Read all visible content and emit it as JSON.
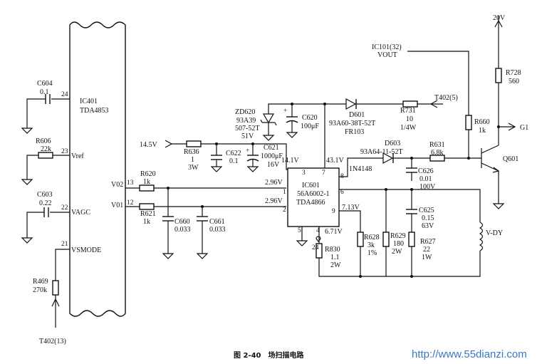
{
  "caption": "图 2-40　场扫描电路",
  "watermark": "http://www.55dianzi.com",
  "ic401": {
    "ref": "IC401",
    "part": "TDA4853",
    "c604": {
      "ref": "C604",
      "val": "0.1"
    },
    "r606": {
      "ref": "R606",
      "val": "22k"
    },
    "c603": {
      "ref": "C603",
      "val": "0.22"
    },
    "r469": {
      "ref": "R469",
      "val": "270k"
    },
    "t402_13": "T402(13)",
    "pins": {
      "p24": "24",
      "p23": "23",
      "p22": "22",
      "p21": "21",
      "p13": "13",
      "p12": "12",
      "vref": "Vref",
      "vagc": "VAGC",
      "vsmode": "VSMODE",
      "vo2": "V02",
      "vo1": "V01"
    }
  },
  "mid": {
    "r620": {
      "ref": "R620",
      "val": "1k"
    },
    "r621": {
      "ref": "R621",
      "val": "1k"
    },
    "c660": {
      "ref": "C660",
      "val": "0.033"
    },
    "c661": {
      "ref": "C661",
      "val": "0.033"
    },
    "v_pin1": "2.96V",
    "v_pin2": "2.96V",
    "v_supply": "14.5V",
    "r636": {
      "ref": "R636",
      "val": "1",
      "pwr": "3W"
    },
    "c622": {
      "ref": "C622",
      "val": "0.1"
    },
    "c621": {
      "ref": "C621",
      "val": "1000μF",
      "volt": "16V",
      "plus": "+"
    },
    "v_pin3": "14.1V"
  },
  "ic601": {
    "ref": "IC601",
    "part": "56A6002-1",
    "part2": "TDA4866",
    "v_pin7": "43.1V",
    "v_pin4": "6.71V",
    "pins": {
      "p3": "3",
      "p7": "7",
      "p1": "1",
      "p2": "2",
      "p8": "8",
      "p6": "6",
      "p9": "9",
      "p5": "5",
      "p4": "4",
      "p24": "24"
    }
  },
  "top": {
    "zd620": {
      "ref": "ZD620",
      "p1": "93A39",
      "p2": "507-52T",
      "volt": "51V"
    },
    "c620": {
      "ref": "C620",
      "val": "100μF",
      "plus": "+"
    },
    "d601": {
      "ref": "D601",
      "part": "93A60-38T-52T",
      "sub": "FR103"
    },
    "r731": {
      "ref": "R731",
      "val": "10",
      "pwr": "1/4W"
    },
    "t402_5": "T402(5)"
  },
  "right": {
    "d603": {
      "ref": "D603",
      "part": "93A64-11-52T",
      "sub": "1N4148"
    },
    "r631": {
      "ref": "R631",
      "val": "6.8k"
    },
    "c626": {
      "ref": "C626",
      "val": "0.01",
      "volt": "100V"
    },
    "v20": "20V",
    "r728": {
      "ref": "R728",
      "val": "560"
    },
    "g1": "G1",
    "q601": "Q601",
    "ic101": "IC101(32)",
    "vout": "VOUT",
    "r660": {
      "ref": "R660",
      "val": "1k"
    },
    "vdy": "V-DY",
    "c625": {
      "ref": "C625",
      "val": "0.15",
      "volt": "63V"
    },
    "r627": {
      "ref": "R627",
      "val": "22",
      "pwr": "1W"
    },
    "r629": {
      "ref": "R629",
      "val": "180",
      "pwr": "2W"
    },
    "v_pin9": "7.13V",
    "r628": {
      "ref": "R628",
      "val": "3k",
      "tol": "1%"
    },
    "r830": {
      "ref": "R830",
      "val": "1.1",
      "pwr": "2W"
    }
  }
}
